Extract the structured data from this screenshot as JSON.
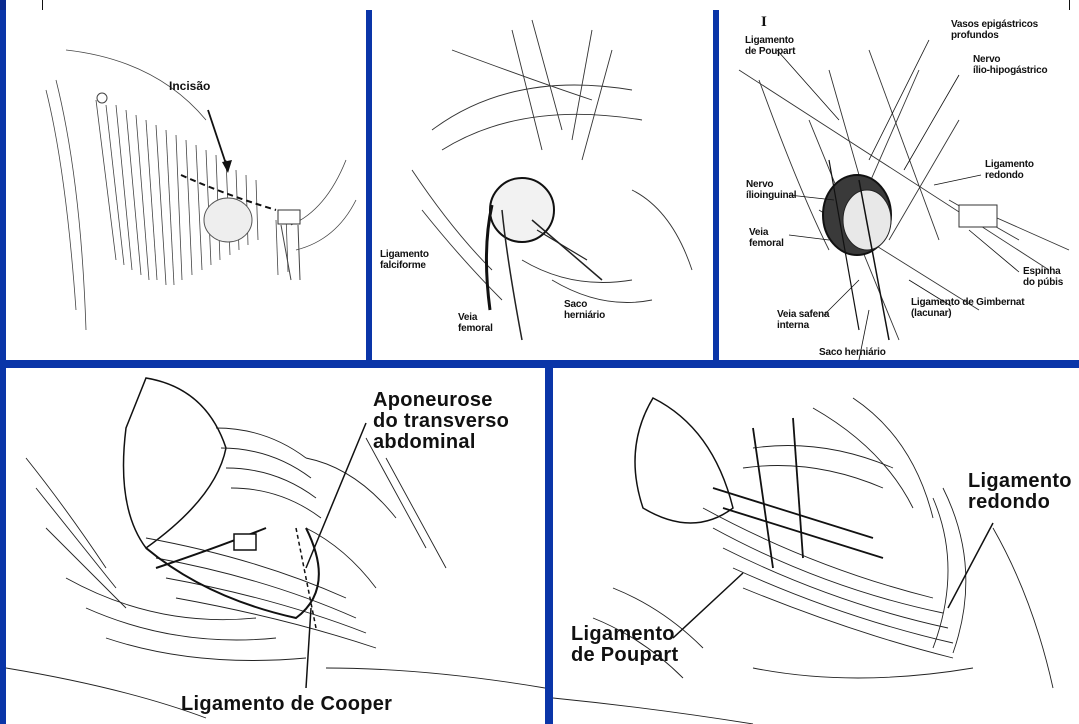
{
  "panel1": {
    "labels": {
      "incisao": "Incisão"
    }
  },
  "panel2": {
    "labels": {
      "ligamento_falciforme": "Ligamento\nfalciforme",
      "veia_femoral": "Veia\nfemoral",
      "saco_herniario": "Saco\nherniário"
    }
  },
  "panel3": {
    "numeral": "I",
    "labels": {
      "ligamento_poupart": "Ligamento\nde Poupart",
      "vasos_epigastricos": "Vasos epigástricos\nprofundos",
      "nervo_ilio_hipogastrico": "Nervo\nílio-hipogástrico",
      "ligamento_redondo": "Ligamento\nredondo",
      "nervo_ilioinguinal": "Nervo\nílioinguinal",
      "veia_femoral": "Veia\nfemoral",
      "espinha_pubis": "Espinha\ndo púbis",
      "ligamento_gimbernat": "Ligamento de Gimbernat\n(lacunar)",
      "veia_safena": "Veia safena\ninterna",
      "saco_herniario": "Saco herniário"
    }
  },
  "panel4": {
    "labels": {
      "aponeurose": "Aponeurose\ndo transverso\nabdominal",
      "ligamento_cooper": "Ligamento de Cooper"
    }
  },
  "panel5": {
    "labels": {
      "ligamento_redondo": "Ligamento\nredondo",
      "ligamento_poupart": "Ligamento\nde Poupart"
    }
  },
  "colors": {
    "frame_blue": "#0a35a8",
    "ink": "#1a1a1a"
  }
}
